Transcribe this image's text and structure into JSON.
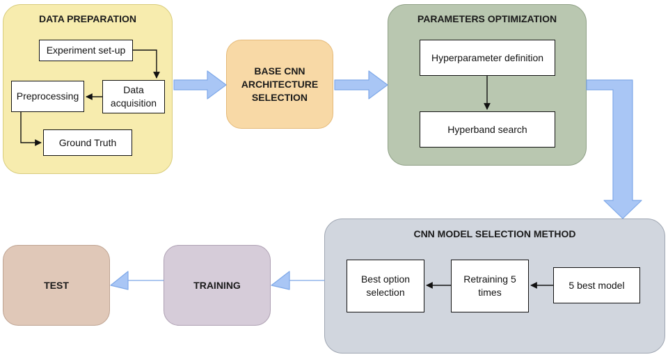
{
  "panels": {
    "data_preparation": {
      "title": "DATA PREPARATION",
      "boxes": {
        "experiment": "Experiment set-up",
        "acquisition": "Data\nacquisition",
        "preprocessing": "Preprocessing",
        "ground_truth": "Ground Truth"
      }
    },
    "base_cnn": {
      "title": "BASE CNN\nARCHITECTURE\nSELECTION"
    },
    "parameters_optimization": {
      "title": "PARAMETERS OPTIMIZATION",
      "boxes": {
        "hyperparameter": "Hyperparameter definition",
        "hyperband": "Hyperband search"
      }
    },
    "cnn_model_selection": {
      "title": "CNN MODEL SELECTION METHOD",
      "boxes": {
        "best_option": "Best option\nselection",
        "retraining": "Retraining 5\ntimes",
        "best_model": "5 best model"
      }
    },
    "training": {
      "title": "TRAINING"
    },
    "test": {
      "title": "TEST"
    }
  },
  "colors": {
    "data_preparation": "#f7ecae",
    "base_cnn": "#f8d9a6",
    "parameters_optimization": "#b9c7b0",
    "cnn_model_selection": "#d1d6de",
    "training": "#d6ccd9",
    "test": "#e0c8b8",
    "flow_arrow": "#a9c6f5"
  }
}
